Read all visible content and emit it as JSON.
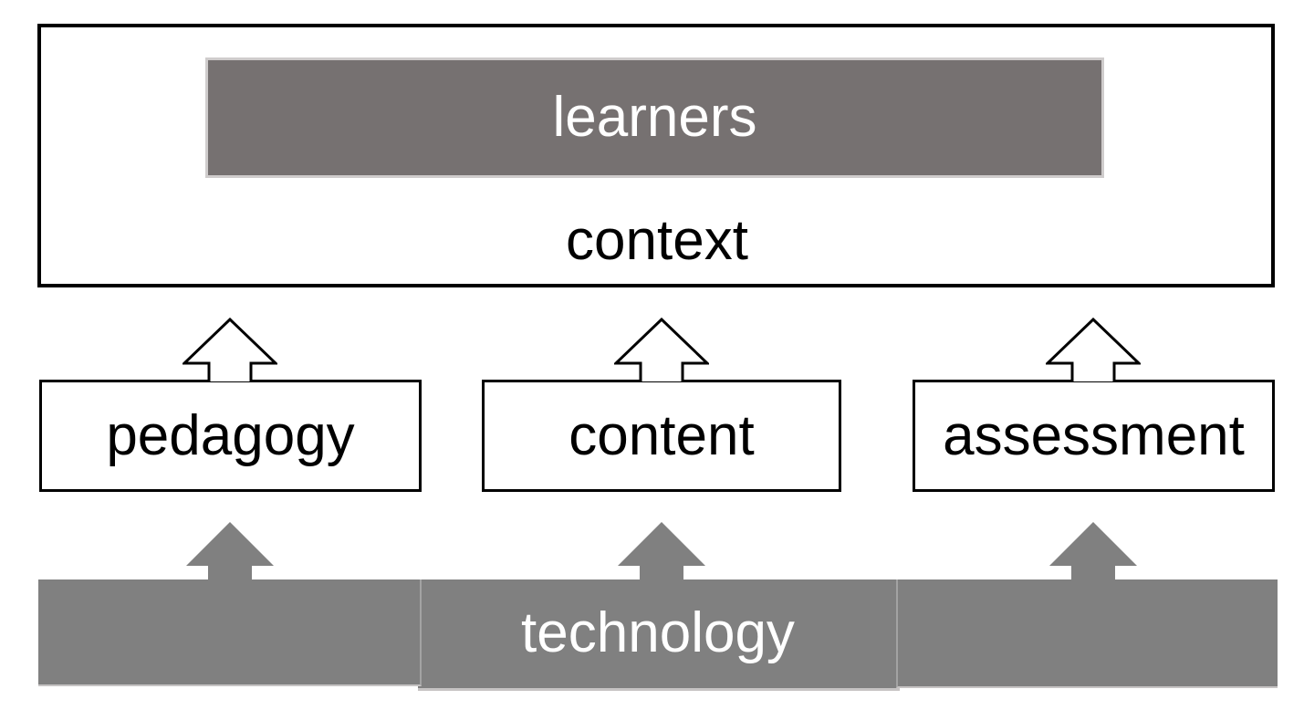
{
  "diagram": {
    "type": "layered-block-diagram",
    "top_section": {
      "learners_label": "learners",
      "context_label": "context"
    },
    "middle_row": {
      "boxes": [
        {
          "label": "pedagogy"
        },
        {
          "label": "content"
        },
        {
          "label": "assessment"
        }
      ]
    },
    "bottom_bar": {
      "label": "technology"
    },
    "arrows": {
      "upper_row": {
        "style": "outline",
        "direction": "up",
        "count": 3
      },
      "lower_row": {
        "style": "solid",
        "direction": "up",
        "count": 3
      }
    }
  },
  "colors": {
    "dark_gray": "#767171",
    "gray": "#808080",
    "black": "#000000",
    "white": "#ffffff"
  }
}
